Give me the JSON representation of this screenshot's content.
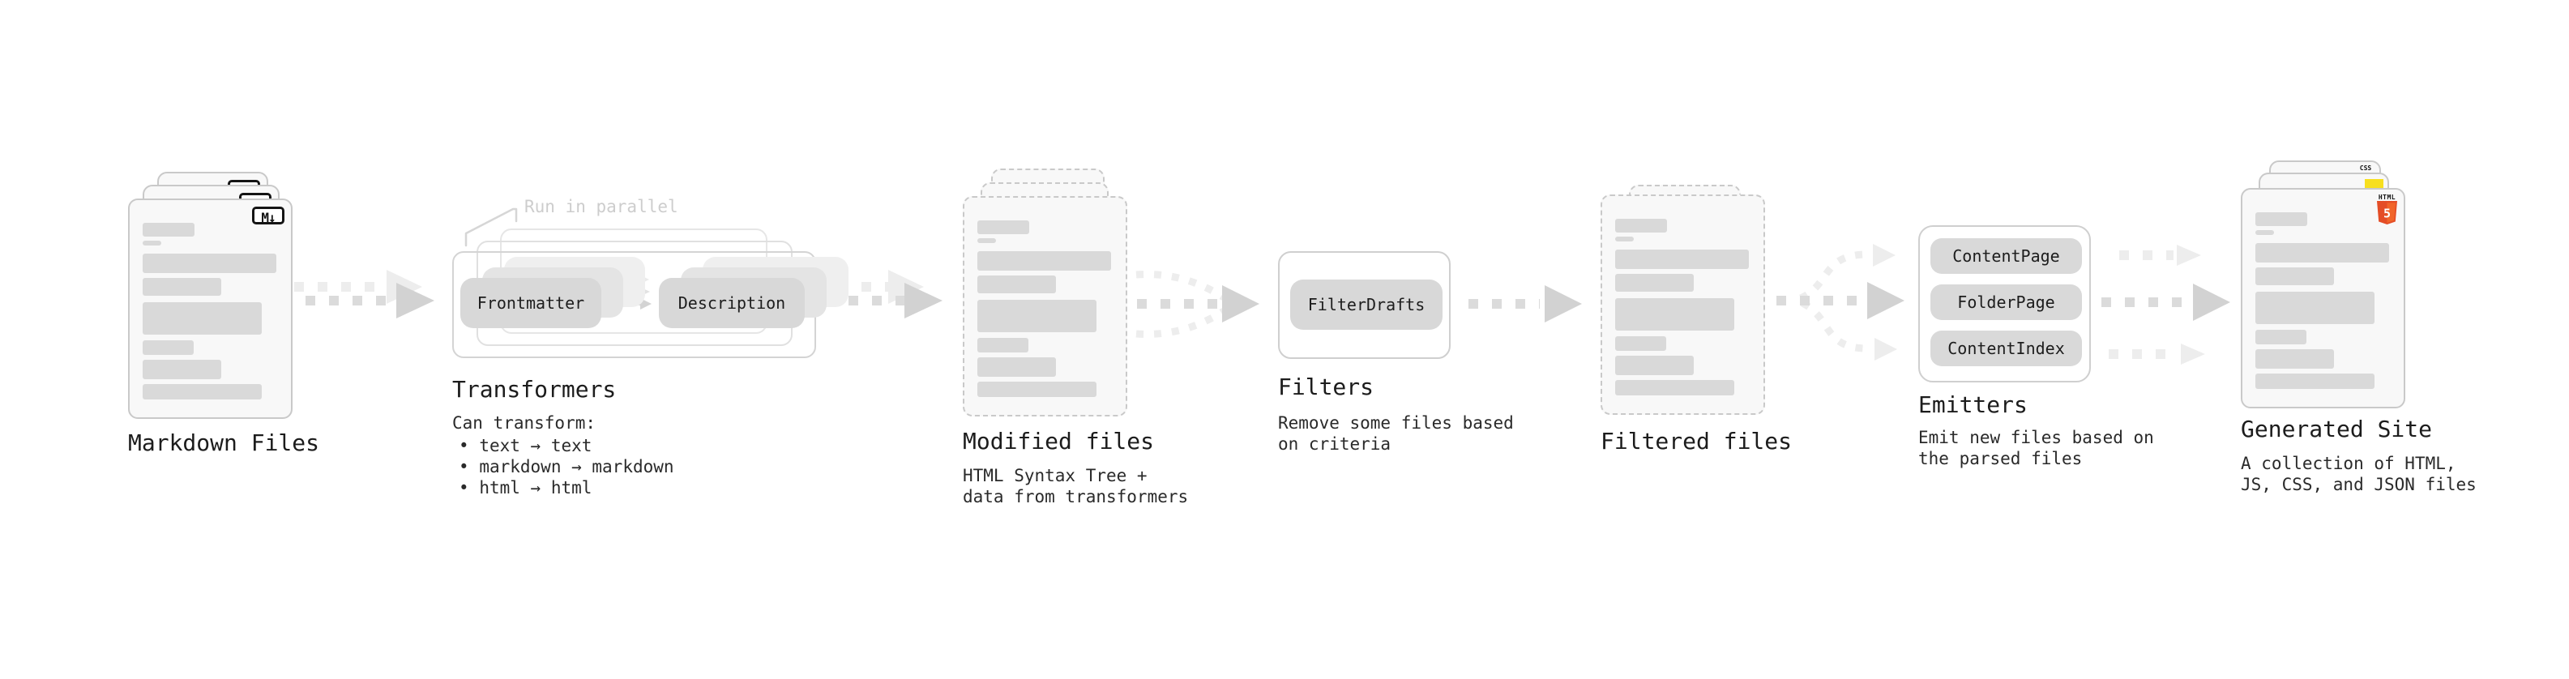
{
  "ui": {
    "bullet": "•"
  },
  "stages": {
    "markdown_files": {
      "label": "Markdown Files",
      "badge": "M↓"
    },
    "transformers": {
      "label": "Transformers",
      "annotation": "Run in parallel",
      "pill_left": "Frontmatter",
      "pill_right": "Description",
      "body_title": "Can transform:",
      "bullets": [
        "text → text",
        "markdown → markdown",
        "html → html"
      ]
    },
    "modified_files": {
      "label": "Modified files",
      "body_line1": "HTML Syntax Tree +",
      "body_line2": "data from transformers"
    },
    "filters": {
      "label": "Filters",
      "pill": "FilterDrafts",
      "body_line1": "Remove some files based",
      "body_line2": "on criteria"
    },
    "filtered_files": {
      "label": "Filtered files"
    },
    "emitters": {
      "label": "Emitters",
      "buttons": [
        "ContentPage",
        "FolderPage",
        "ContentIndex"
      ],
      "body_line1": "Emit new files based on",
      "body_line2": "the parsed files"
    },
    "generated_site": {
      "label": "Generated Site",
      "body_line1": "A collection of HTML,",
      "body_line2": "JS, CSS, and JSON files",
      "badges": {
        "html5_word": "HTML",
        "html5_number": "5",
        "css": "CSS"
      }
    }
  },
  "colors": {
    "html5_orange": "#E44D26",
    "html5_orange_light": "#F16529",
    "js_yellow": "#F7DF1E",
    "css_blue": "#2062AF",
    "arrow_gray": "#DBDBDB",
    "arrow_light": "#EDEDED",
    "pill_gray": "#D8D8D8",
    "card_bg": "#F8F8F8",
    "border_gray": "#C9C9C9",
    "text_dark": "#1C1C1C",
    "annotation_gray": "#CDCDCD"
  }
}
